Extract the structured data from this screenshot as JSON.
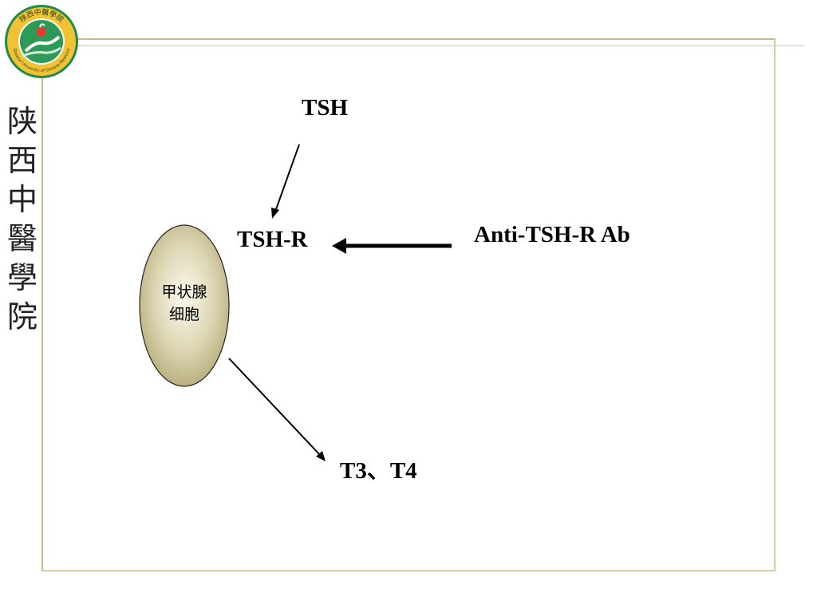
{
  "header": {
    "college_logo": {
      "icon": "college-seal-icon",
      "seal_text_top": "陕西中醫學院",
      "seal_text_bottom": "Shaanxi University of Chinese Medicine",
      "colors": {
        "outer": "#1f8a4c",
        "ring": "#f1c232",
        "inner": "#ffffff"
      }
    },
    "vertical_title": [
      "陕",
      "西",
      "中",
      "醫",
      "學",
      "院"
    ]
  },
  "diagram": {
    "nodes": {
      "tsh": "TSH",
      "tsh_r": "TSH-R",
      "antibody": "Anti-TSH-R Ab",
      "hormones": "T3、T4",
      "cell_line1": "甲状腺",
      "cell_line2": "细胞"
    },
    "edges": [
      {
        "from": "TSH",
        "to": "TSH-R"
      },
      {
        "from": "Anti-TSH-R Ab",
        "to": "TSH-R"
      },
      {
        "from": "甲状腺细胞",
        "to": "T3、T4"
      }
    ],
    "colors": {
      "cell_fill_light": "#fbfaee",
      "cell_fill_dark": "#b3a874",
      "arrow": "#000000"
    }
  }
}
